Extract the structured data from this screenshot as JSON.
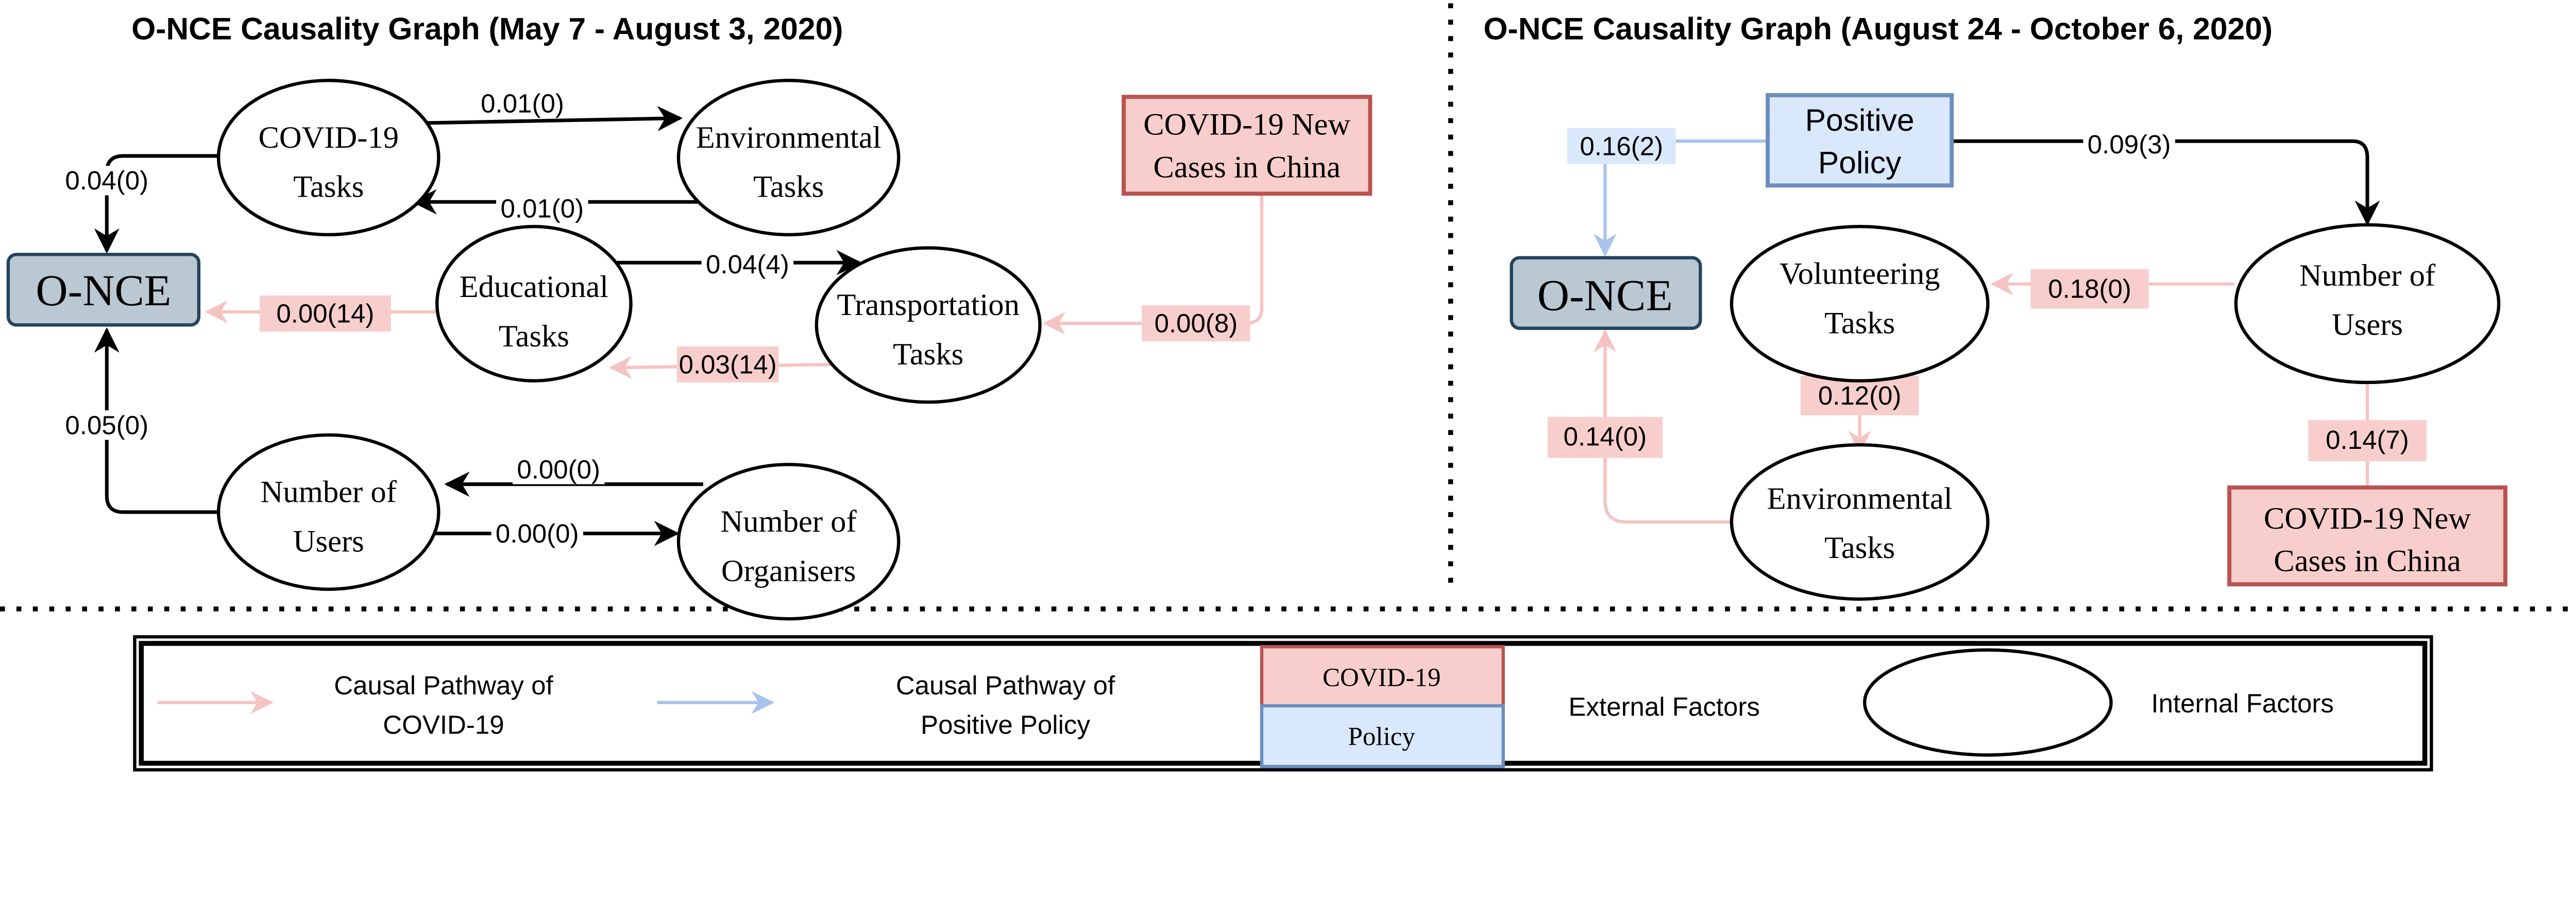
{
  "left_graph": {
    "title": "O-NCE Causality Graph  (May 7 - August 3, 2020)",
    "nodes": {
      "once": "O-NCE",
      "covid_tasks": [
        "COVID-19",
        "Tasks"
      ],
      "env_tasks": [
        "Environmental",
        "Tasks"
      ],
      "covid_cases": [
        "COVID-19 New",
        "Cases in China"
      ],
      "edu_tasks": [
        "Educational",
        "Tasks"
      ],
      "trans_tasks": [
        "Transportation",
        "Tasks"
      ],
      "users": [
        "Number of",
        "Users"
      ],
      "organisers": [
        "Number of",
        "Organisers"
      ]
    },
    "edges": {
      "covid_to_env": "0.01(0)",
      "env_to_covid": "0.01(0)",
      "covid_to_once": "0.04(0)",
      "edu_to_trans": "0.04(4)",
      "trans_to_edu": "0.03(14)",
      "edu_to_once": "0.00(14)",
      "cases_to_trans": "0.00(8)",
      "users_to_once": "0.05(0)",
      "org_to_users": "0.00(0)",
      "users_to_org": "0.00(0)"
    }
  },
  "right_graph": {
    "title": "O-NCE Causality Graph  (August 24 - October 6, 2020)",
    "nodes": {
      "once": "O-NCE",
      "policy": [
        "Positive",
        "Policy"
      ],
      "volunteering": [
        "Volunteering",
        "Tasks"
      ],
      "users": [
        "Number of",
        "Users"
      ],
      "env_tasks": [
        "Environmental",
        "Tasks"
      ],
      "covid_cases": [
        "COVID-19 New",
        "Cases in China"
      ]
    },
    "edges": {
      "policy_to_once": "0.16(2)",
      "policy_to_users": "0.09(3)",
      "users_to_vol": "0.18(0)",
      "vol_to_env": "0.12(0)",
      "env_to_once": "0.14(0)",
      "cases_to_users": "0.14(7)"
    }
  },
  "legend": {
    "covid_pathway": [
      "Causal Pathway of",
      "COVID-19"
    ],
    "policy_pathway": [
      "Causal Pathway of",
      "Positive Policy"
    ],
    "external_box_top": "COVID-19",
    "external_box_bottom": "Policy",
    "external_label": "External Factors",
    "internal_label": "Internal Factors"
  },
  "colors": {
    "covid_fill": "#f8cecc",
    "covid_stroke": "#b85450",
    "policy_fill": "#dae8fc",
    "policy_stroke": "#6c8ebf",
    "once_fill": "#bac8d3",
    "once_stroke": "#23445d",
    "covid_edge": "#f5c4c2",
    "policy_edge": "#a9c4eb"
  }
}
